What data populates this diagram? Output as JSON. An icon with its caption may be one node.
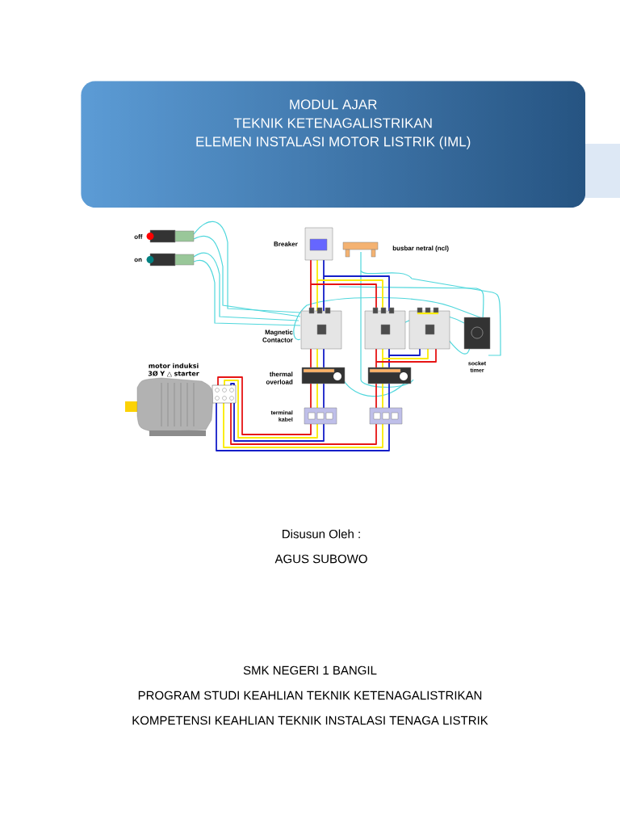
{
  "diagram": {
    "nodes": [
      {
        "text": [
          "MODUL AJAR",
          "TEKNIK KETENAGALISTRIKAN",
          "ELEMEN INSTALASI MOTOR LISTRIK (IML)"
        ]
      }
    ],
    "labels": [
      "off",
      "Breaker",
      "busbar netral (ncl)",
      "on",
      "Magnetic Contactor",
      "motor induksi 3Ø Y △ starter",
      "thermal overload",
      "socket timer",
      "terminal kabel",
      "Disusun Oleh :",
      "AGUS SUBOWO",
      "SMK NEGERI 1 BANGIL",
      "PROGRAM STUDI KEAHLIAN TEKNIK KETENAGALISTRIKAN",
      "KOMPETENSI KEAHLIAN TEKNIK INSTALASI TENAGA LISTRIK"
    ]
  }
}
